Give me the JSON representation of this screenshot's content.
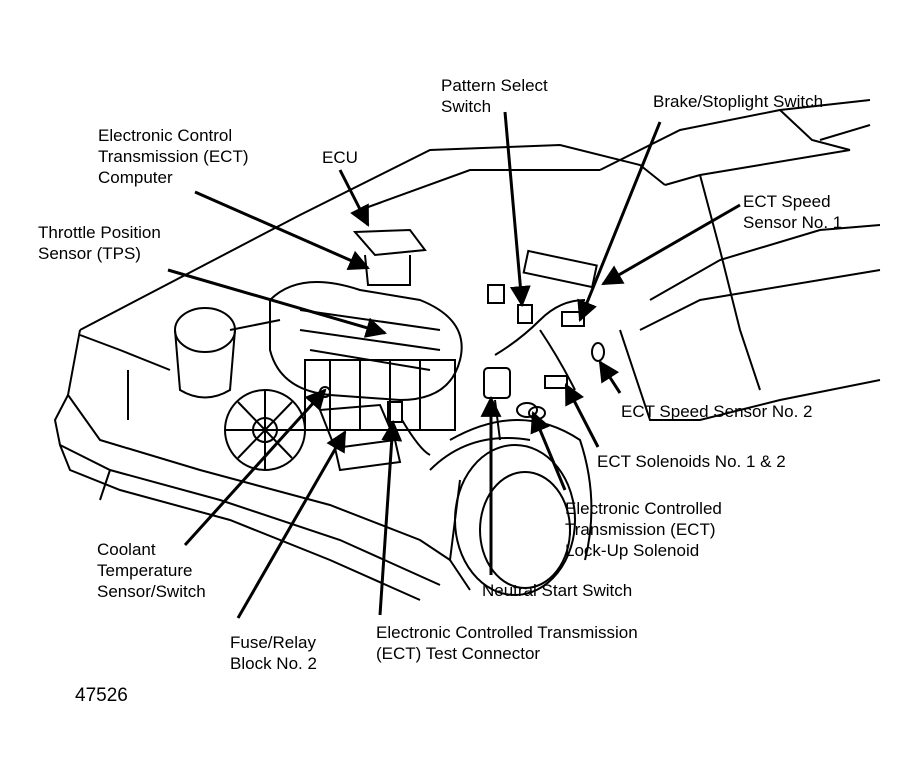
{
  "labels": {
    "pattern_select": [
      "Pattern Select",
      "Switch"
    ],
    "brake_switch": [
      "Brake/Stoplight Switch"
    ],
    "ect_computer": [
      "Electronic Control",
      "Transmission (ECT)",
      "Computer"
    ],
    "ecu": [
      "ECU"
    ],
    "tps": [
      "Throttle Position",
      "Sensor (TPS)"
    ],
    "speed_sensor_1": [
      "ECT Speed",
      "Sensor No. 1"
    ],
    "speed_sensor_2": [
      "ECT Speed Sensor No. 2"
    ],
    "solenoids": [
      "ECT Solenoids No. 1 & 2"
    ],
    "lockup_solenoid": [
      "Electronic Controlled",
      "Transmission (ECT)",
      "Lock-Up Solenoid"
    ],
    "neutral_start": [
      "Neutral Start Switch"
    ],
    "coolant": [
      "Coolant",
      "Temperature",
      "Sensor/Switch"
    ],
    "fuse_relay": [
      "Fuse/Relay",
      "Block No. 2"
    ],
    "test_connector": [
      "Electronic Controlled Transmission",
      "(ECT) Test Connector"
    ]
  },
  "figure_number": "47526"
}
